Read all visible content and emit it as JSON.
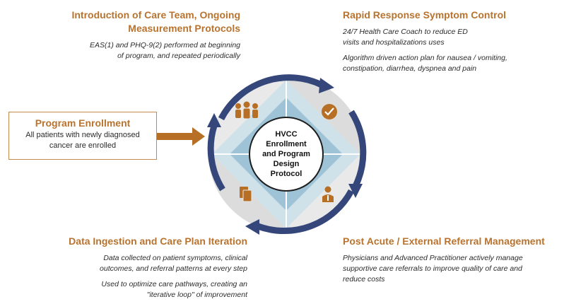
{
  "top_left": {
    "title_line1": "Introduction of Care Team, Ongoing",
    "title_line2": "Measurement Protocols",
    "body_line1": "EAS(1) and PHQ-9(2) performed at beginning",
    "body_line2": "of program, and repeated periodically"
  },
  "top_right": {
    "title": "Rapid Response Symptom Control",
    "body_line1": "24/7 Health Care Coach to reduce ED",
    "body_line2": "visits and hospitalizations uses",
    "body_line3": "Algorithm driven action plan for nausea / vomiting,",
    "body_line4": "constipation, diarrhea, dyspnea and pain"
  },
  "enrollment": {
    "title": "Program Enrollment",
    "line1": "All patients with newly diagnosed",
    "line2": "cancer are enrolled"
  },
  "center": {
    "line1": "HVCC",
    "line2": "Enrollment",
    "line3": "and Program",
    "line4": "Design",
    "line5": "Protocol"
  },
  "bottom_left": {
    "title": "Data Ingestion and Care Plan Iteration",
    "body_line1": "Data collected on patient symptoms, clinical",
    "body_line2": "outcomes, and referral patterns at every step",
    "body_line3": "Used to optimize care pathways, creating an",
    "body_line4": "\"iterative loop\" of improvement"
  },
  "bottom_right": {
    "title": "Post Acute / External Referral Management",
    "body_line1": "Physicians and Advanced Practitioner actively manage",
    "body_line2": "supportive care referrals to improve quality of care and",
    "body_line3": "reduce costs"
  },
  "icons": {
    "top_left": "team-icon",
    "top_right": "checkmark-badge-icon",
    "bottom_left": "documents-icon",
    "bottom_right": "clinician-icon"
  },
  "colors": {
    "heading": "#b8732e",
    "arrow": "#b66f25",
    "cycle_arrow": "#34467a",
    "diamond_light": "#cfe2ea",
    "diamond_mid": "#8fb8cf",
    "quadrant_gray": "#d9d9d9"
  }
}
